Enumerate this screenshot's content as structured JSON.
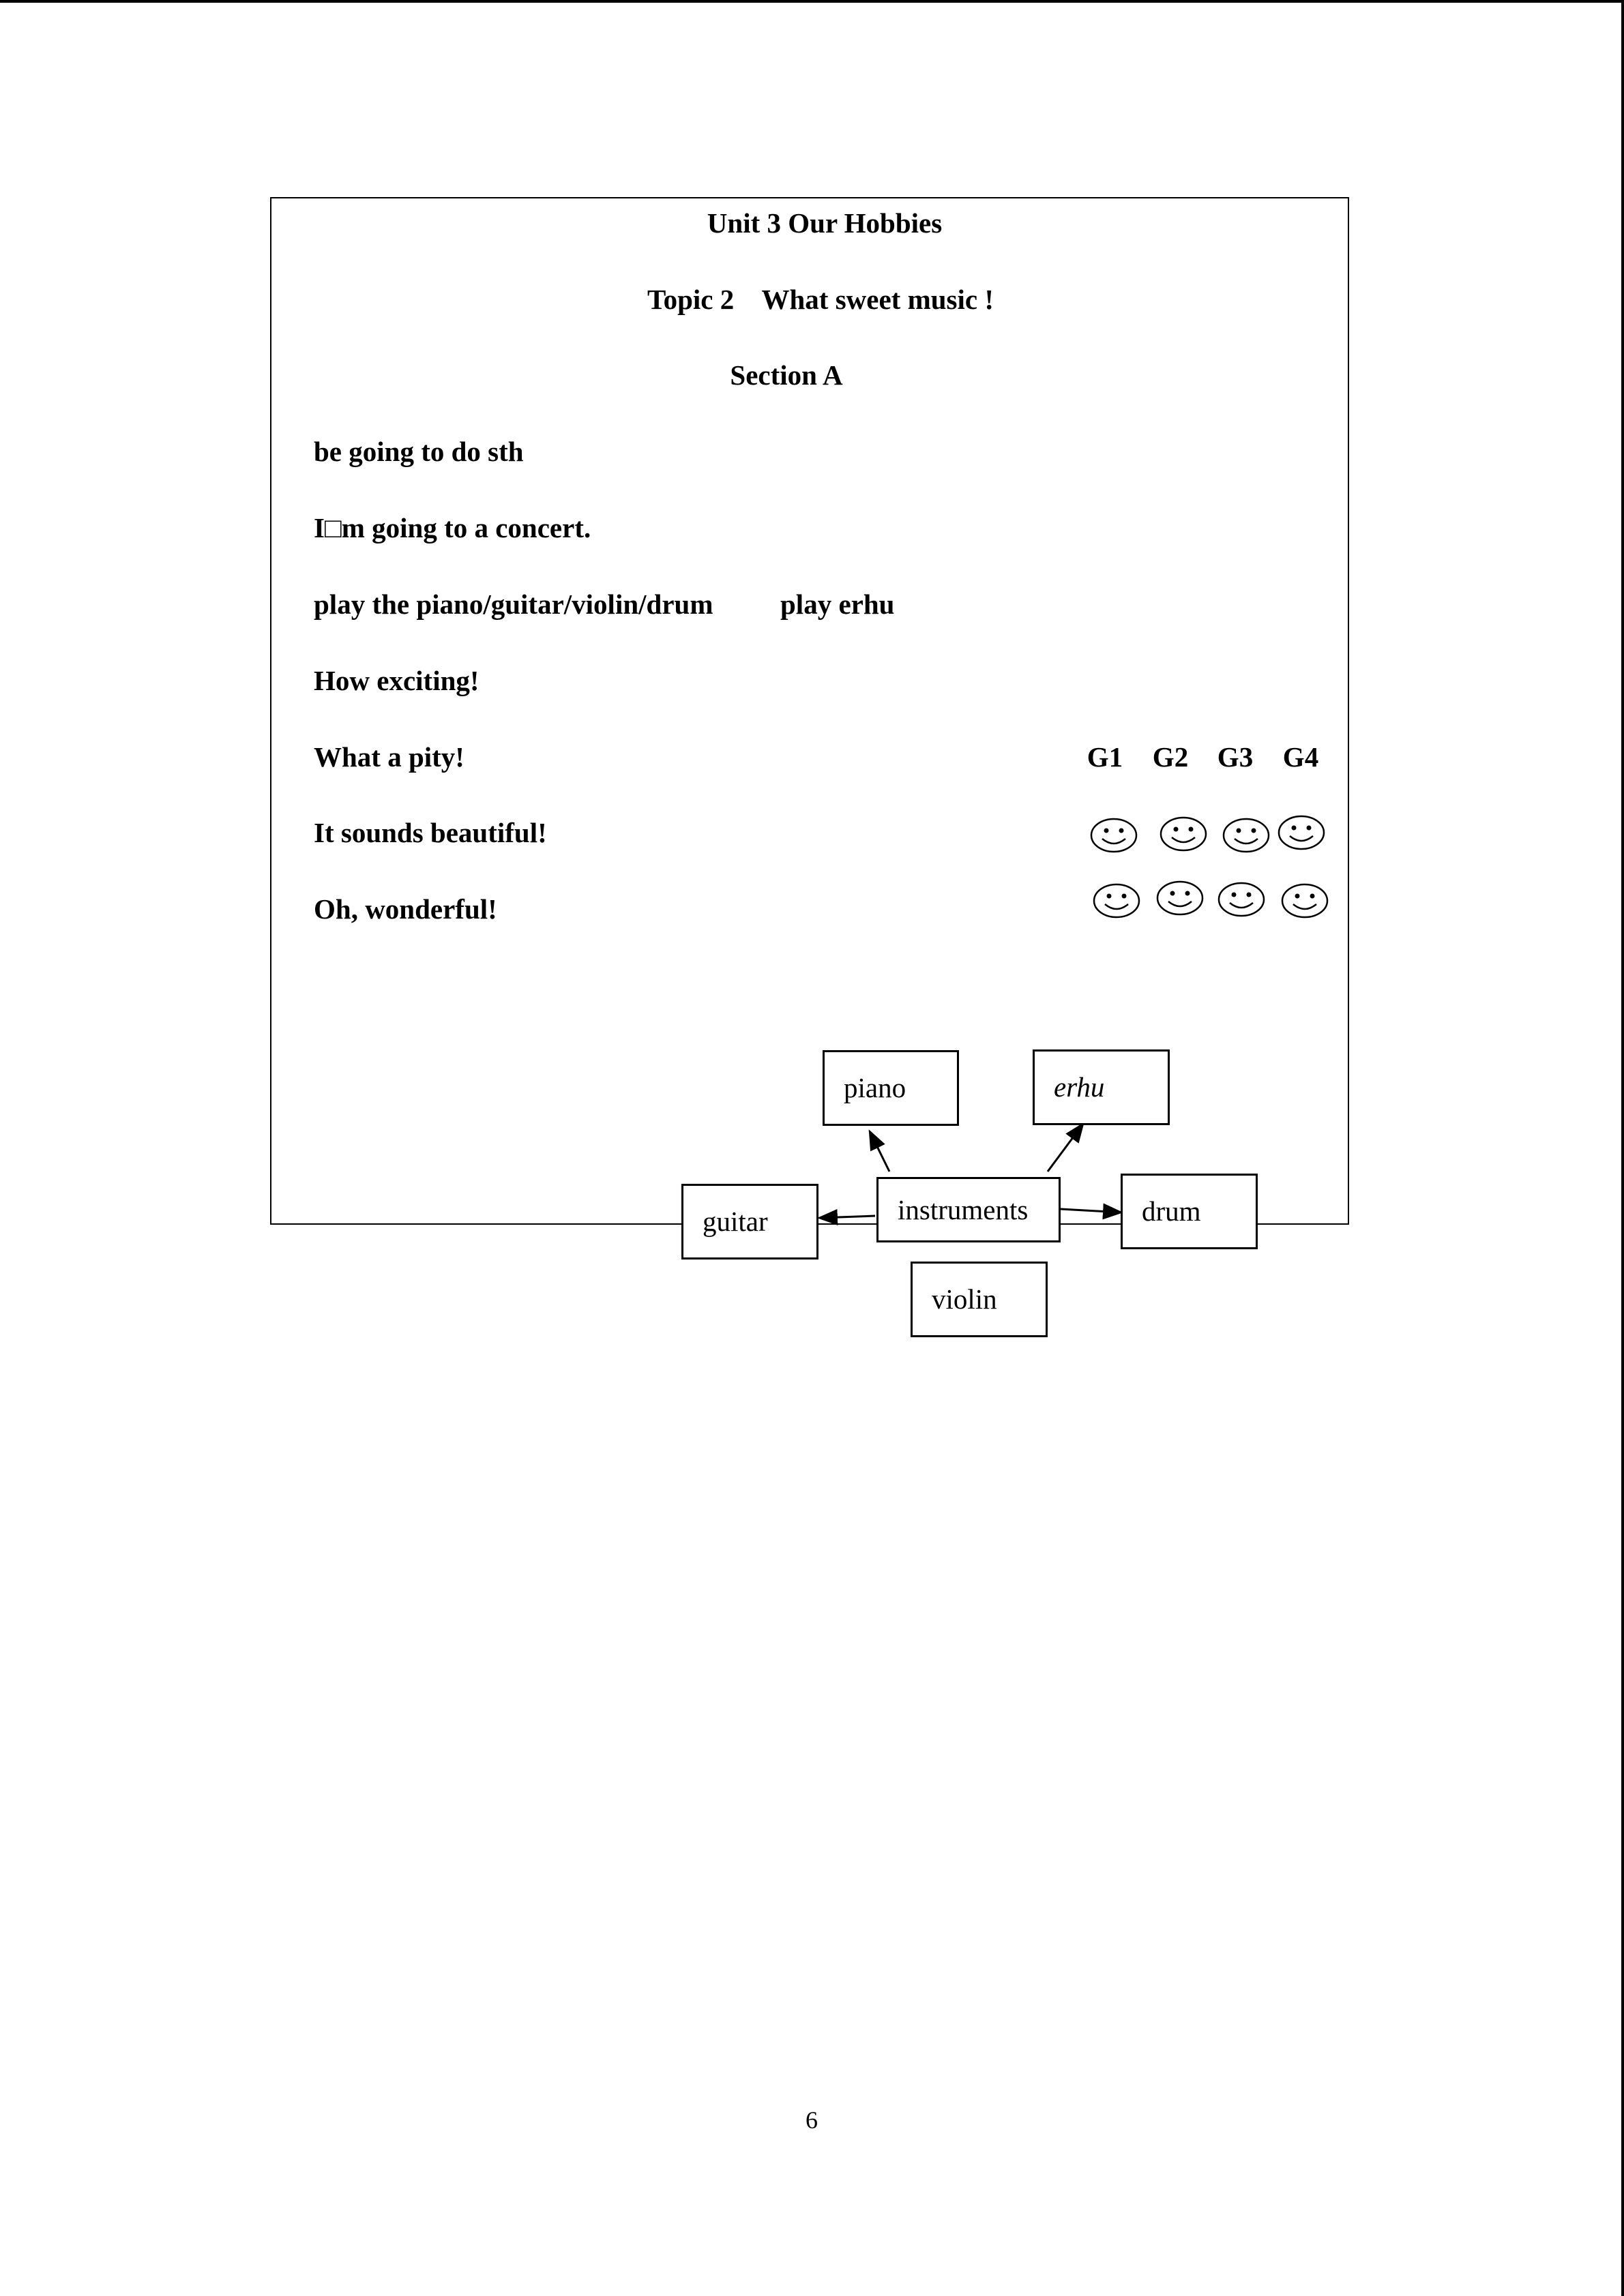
{
  "header": {
    "unit": "Unit 3 Our Hobbies",
    "topic": "Topic 2    What sweet music !",
    "section": "Section A"
  },
  "phrases": [
    "be going to do sth",
    "I□m going to a concert.",
    "play the piano/guitar/violin/drum",
    "play erhu",
    "How exciting!",
    "What a pity!",
    "It sounds beautiful!",
    "Oh, wonderful!"
  ],
  "groups": {
    "labels": [
      "G1",
      "G2",
      "G3",
      "G4"
    ],
    "smiley_rows": [
      [
        "smiley-icon",
        "smiley-icon",
        "smiley-icon",
        "smiley-icon"
      ],
      [
        "smiley-icon",
        "smiley-icon",
        "smiley-icon",
        "smiley-icon"
      ]
    ]
  },
  "mindmap": {
    "center": "instruments",
    "nodes": [
      "piano",
      "erhu",
      "guitar",
      "drum",
      "violin"
    ]
  },
  "page_number": "6"
}
